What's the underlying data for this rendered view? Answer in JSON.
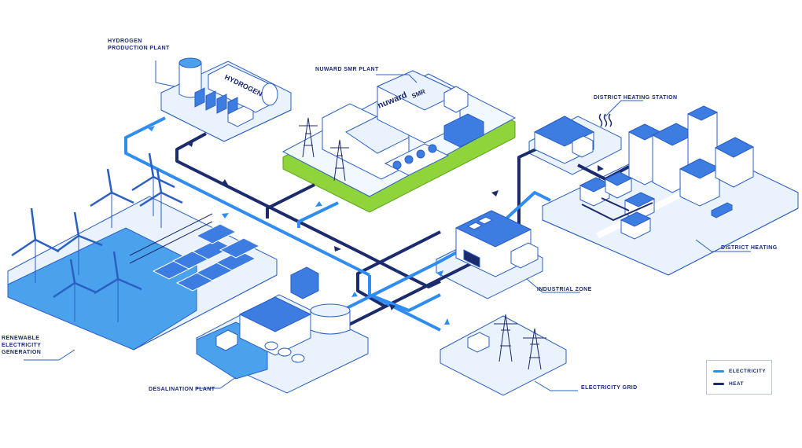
{
  "labels": {
    "hydrogen_line1": "HYDROGEN",
    "hydrogen_line2": "PRODUCTION PLANT",
    "nuward_smr": "NUWARD SMR PLANT",
    "district_heating_station": "DISTRICT HEATING STATION",
    "district_heating": "DISTRICT HEATING",
    "industrial_zone": "INDUSTRIAL ZONE",
    "renewable_line1": "RENEWABLE",
    "renewable_line2": "ELECTRICITY",
    "renewable_line3": "GENERATION",
    "desalination": "DESALINATION PLANT",
    "electricity_grid": "ELECTRICITY GRID"
  },
  "building_text": {
    "hydrogen_tank": "HYDROGEN",
    "nuward_logo": "nuward",
    "nuward_smr": "SMR"
  },
  "legend": {
    "electricity": "ELECTRICITY",
    "heat": "HEAT"
  },
  "colors": {
    "electricity": "#2f8cf0",
    "heat": "#1c2a6e",
    "platform": "#e9f2fd",
    "outline": "#2b5fc4",
    "water": "#4aa1ec",
    "smr_base": "#8fd43a"
  }
}
